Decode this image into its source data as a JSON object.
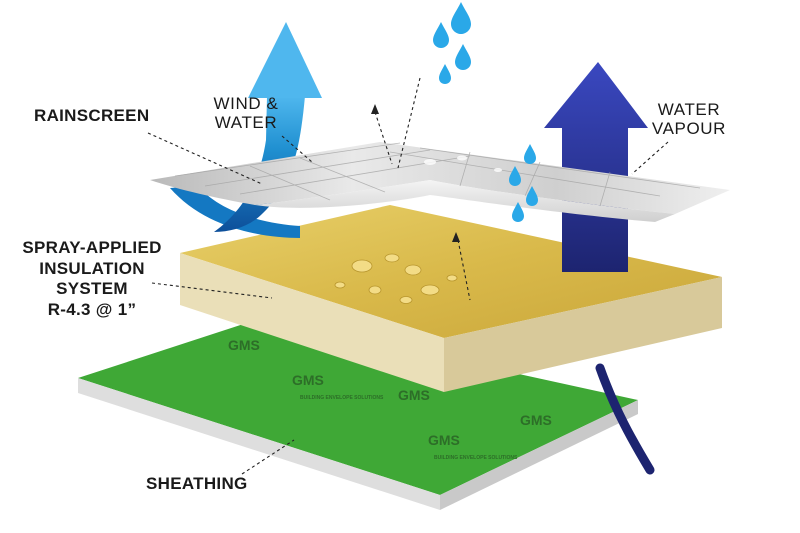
{
  "labels": {
    "rainscreen": "RAINSCREEN",
    "wind_water": [
      "WIND &",
      "WATER"
    ],
    "water_vapour": [
      "WATER",
      "VAPOUR"
    ],
    "insulation": [
      "SPRAY-APPLIED",
      "INSULATION",
      "SYSTEM",
      "R-4.3 @ 1”"
    ],
    "sheathing": "SHEATHING"
  },
  "sheathing_brand": {
    "logo": "GMS",
    "tagline": "BUILDING ENVELOPE SOLUTIONS"
  },
  "colors": {
    "sheathing_green": "#3fa836",
    "insulation_yellow": "#e2c452",
    "rainscreen_silver": "#d6d6d6",
    "airflow_blue": "#1f8fd0",
    "vapour_indigo": "#2f3aa0",
    "water_drop": "#2aa8e8"
  }
}
